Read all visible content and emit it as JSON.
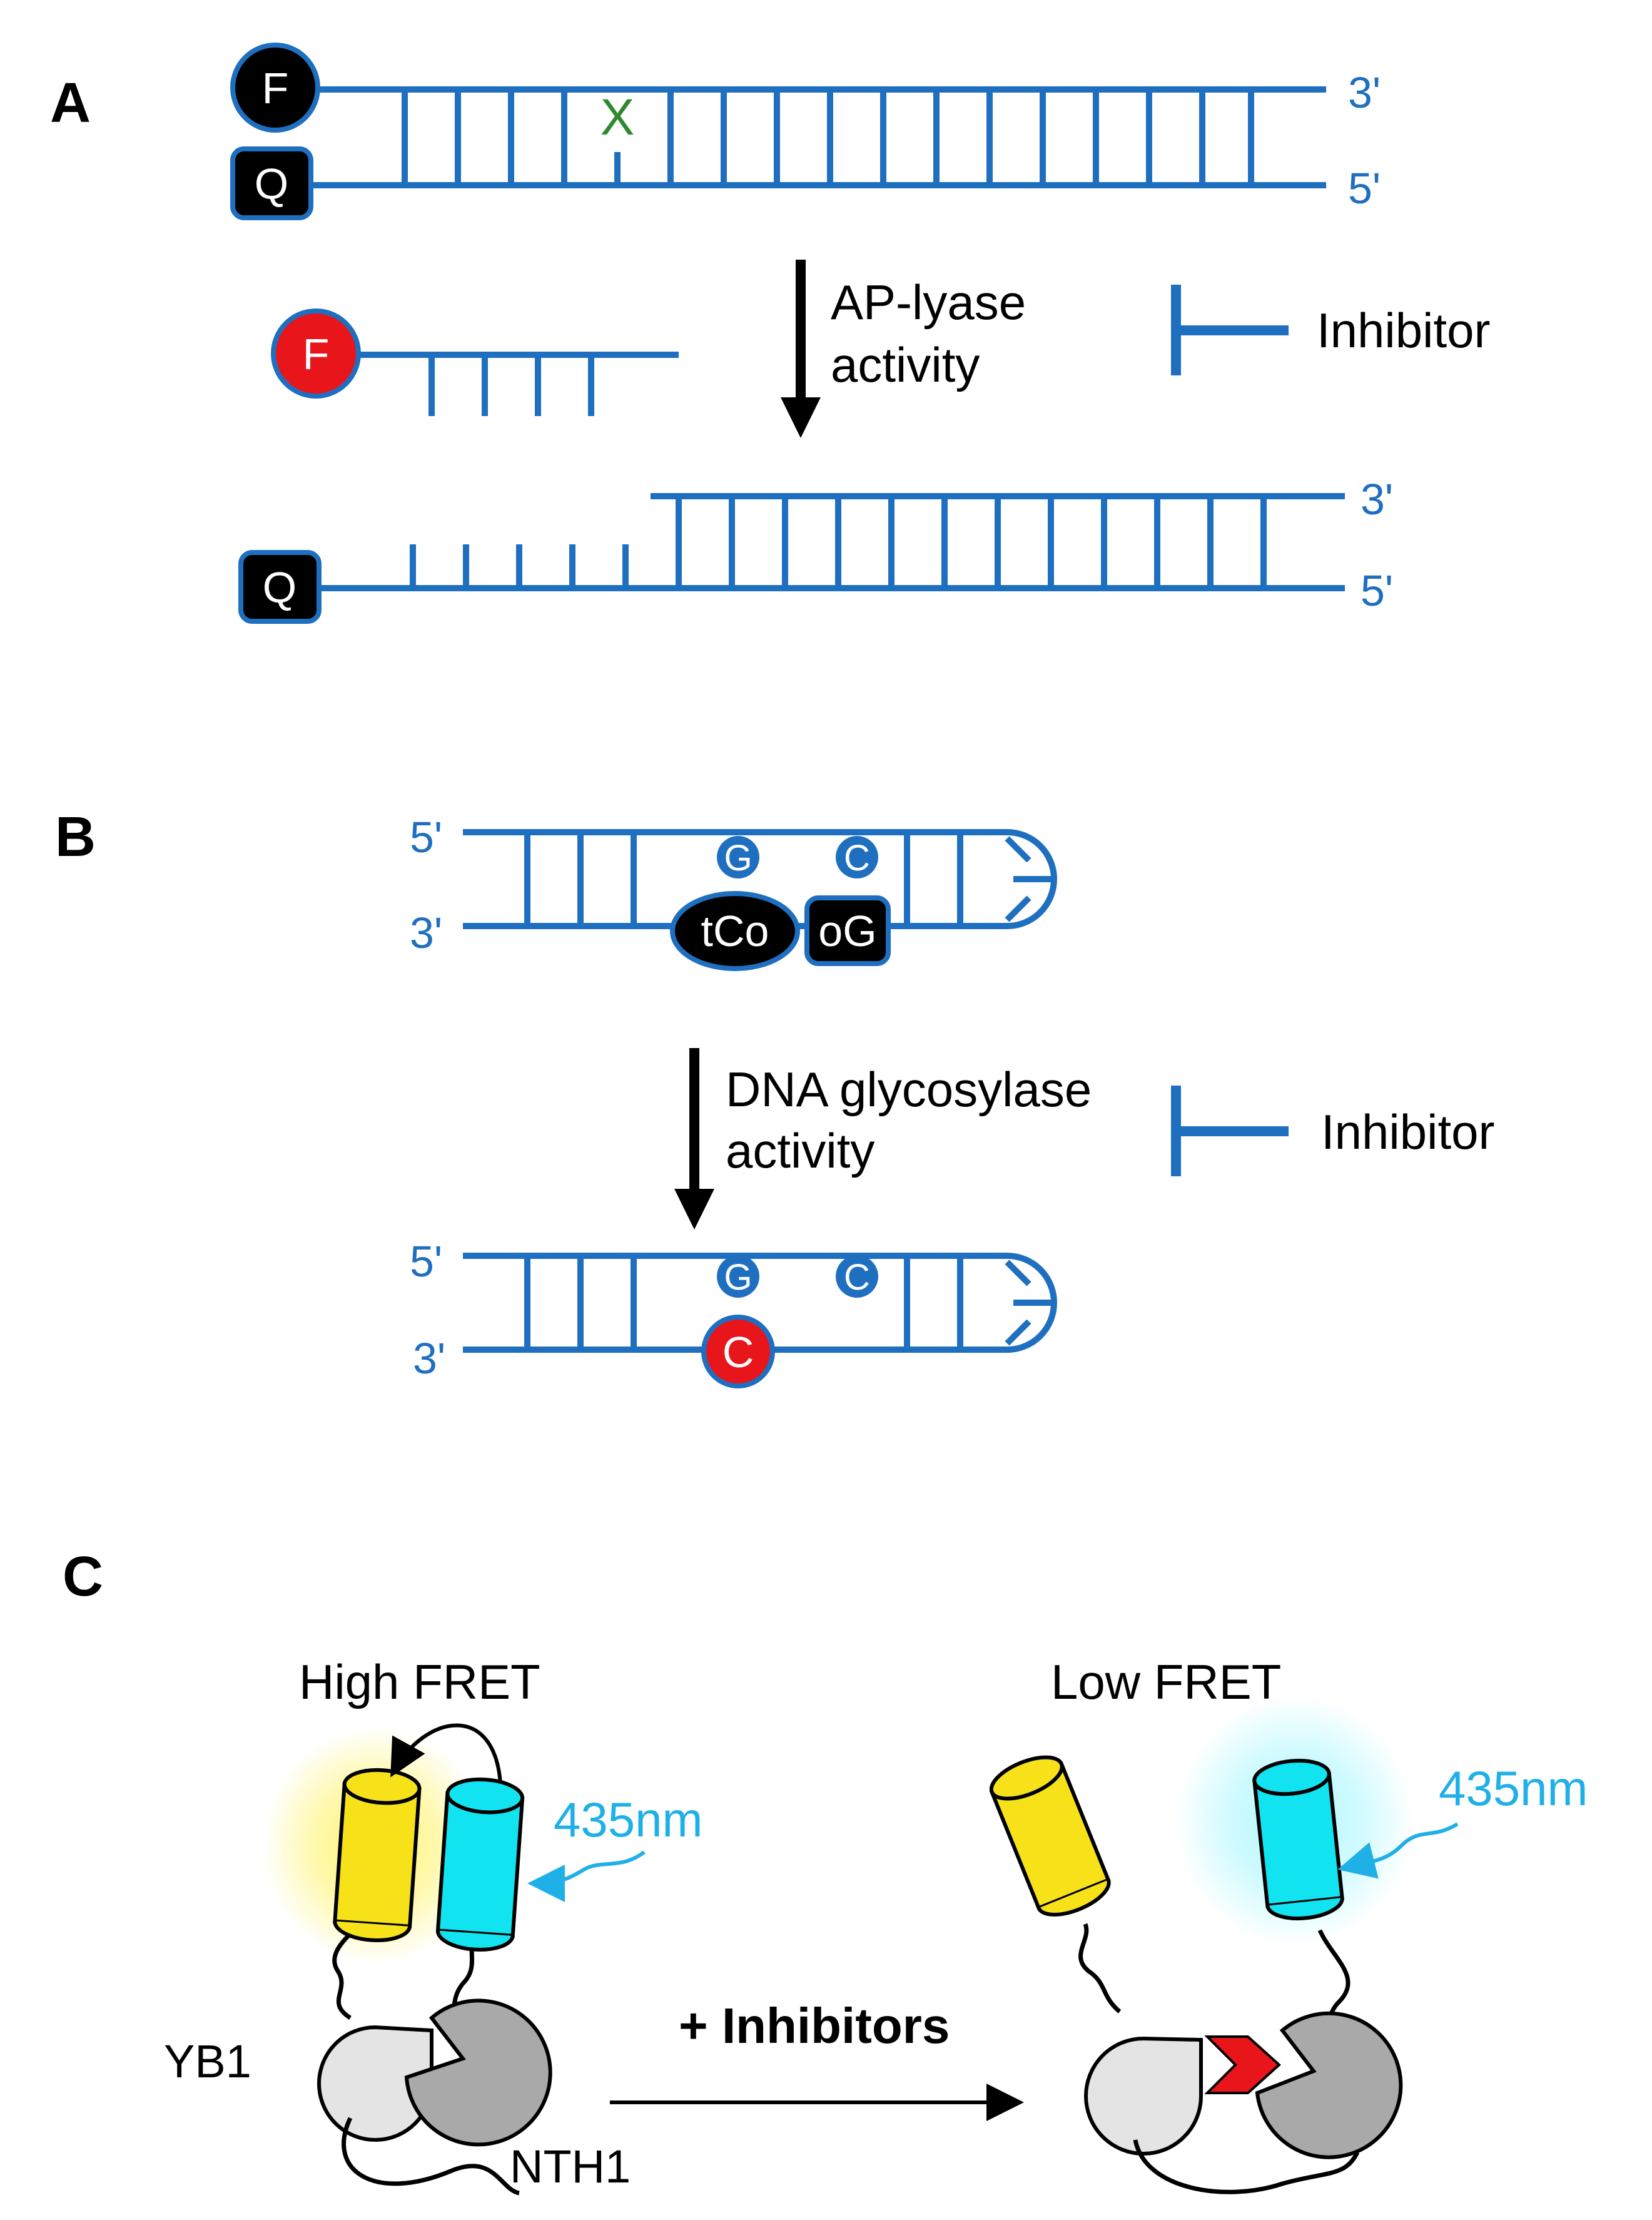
{
  "colors": {
    "dna": "#1f6fc0",
    "quencher": "#000000",
    "fluorophore": "#e8151b",
    "mismatch": "#2f8a2f",
    "yfp": "#f7e21a",
    "cfp": "#12e3f0",
    "cfp_text": "#1fb0e8",
    "ybl": "#e4e4e4",
    "nth1": "#a9a9a9"
  },
  "panel_a": {
    "label": "A",
    "top": {
      "fluor": "F",
      "quencher": "Q",
      "mismatch": "X",
      "end_top": "3'",
      "end_bottom": "5'"
    },
    "released_fluor": "F",
    "step_line1": "AP-lyase",
    "step_line2": "activity",
    "inhibitor": "Inhibitor",
    "bottom": {
      "quencher": "Q",
      "end_top": "3'",
      "end_bottom": "5'"
    }
  },
  "panel_b": {
    "label": "B",
    "top": {
      "end_top": "5'",
      "end_bottom": "3'",
      "base1": "G",
      "base2": "C",
      "probe1": "tCo",
      "probe2": "oG"
    },
    "step_line1": "DNA glycosylase",
    "step_line2": "activity",
    "inhibitor": "Inhibitor",
    "bottom": {
      "end_top": "5'",
      "end_bottom": "3'",
      "base1": "G",
      "base2": "C",
      "product": "C"
    }
  },
  "panel_c": {
    "label": "C",
    "high_title": "High FRET",
    "low_title": "Low FRET",
    "wavelength_left": "435nm",
    "wavelength_right": "435nm",
    "ybl_label": "YB1",
    "nth1_label": "NTH1",
    "arrow_label": "+ Inhibitors"
  }
}
